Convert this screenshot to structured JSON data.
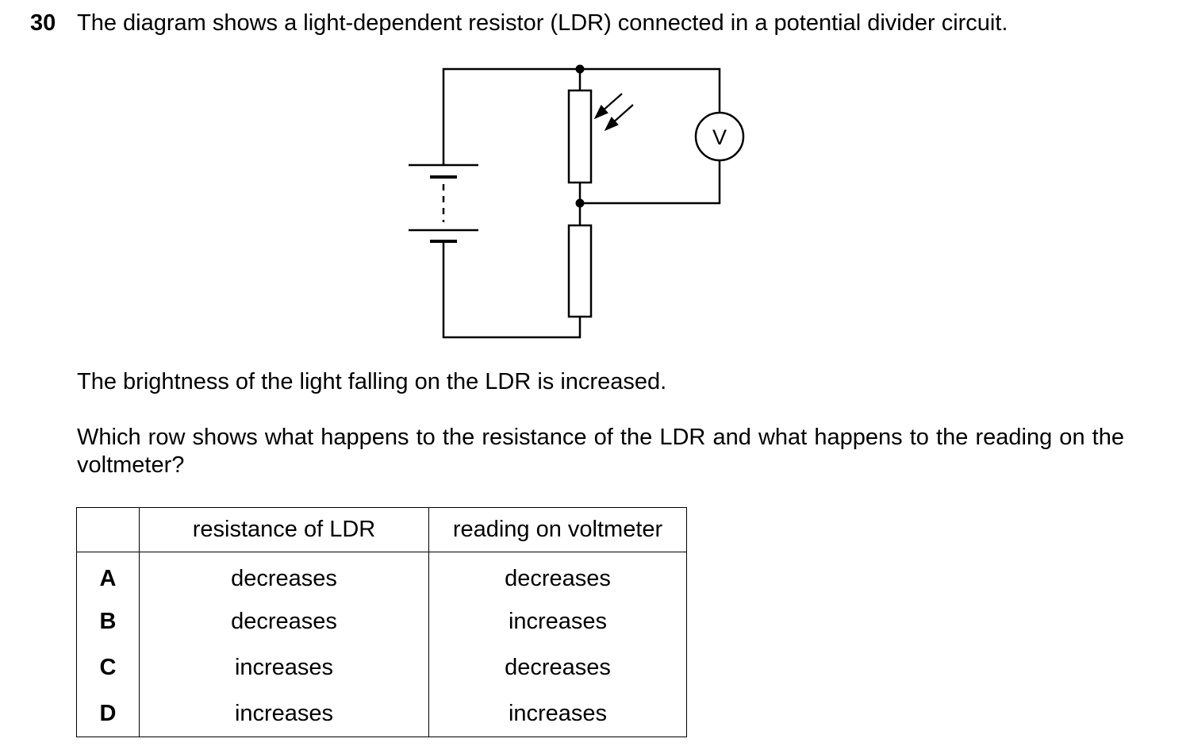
{
  "question": {
    "number": "30",
    "text": "The diagram shows a light-dependent resistor (LDR) connected in a potential divider circuit."
  },
  "circuit": {
    "voltmeter_symbol": "V",
    "components": [
      "cell-battery",
      "ldr",
      "fixed-resistor",
      "voltmeter"
    ]
  },
  "body": {
    "paragraph_1": "The brightness of the light falling on the LDR is increased.",
    "paragraph_2": "Which row shows what happens to the resistance of the LDR and what happens to the reading on the voltmeter?"
  },
  "table": {
    "headers": [
      "",
      "resistance of LDR",
      "reading on voltmeter"
    ],
    "rows": [
      {
        "key": "A",
        "resistance": "decreases",
        "reading": "decreases"
      },
      {
        "key": "B",
        "resistance": "decreases",
        "reading": "increases"
      },
      {
        "key": "C",
        "resistance": "increases",
        "reading": "decreases"
      },
      {
        "key": "D",
        "resistance": "increases",
        "reading": "increases"
      }
    ]
  }
}
